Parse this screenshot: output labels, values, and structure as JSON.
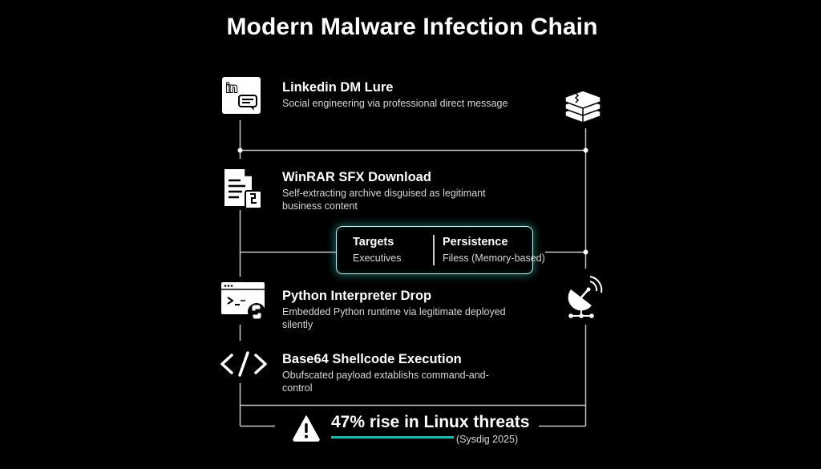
{
  "title": "Modern Malware Infection Chain",
  "steps": [
    {
      "icon": "linkedin-message-icon",
      "heading": "Linkedin DM Lure",
      "description": "Social engineering via professional direct message"
    },
    {
      "icon": "document-archive-icon",
      "heading": "WinRAR SFX Download",
      "description": "Self-extracting archive disguised as legitimant business content"
    },
    {
      "icon": "python-terminal-icon",
      "heading": "Python Interpreter Drop",
      "description": "Embedded Python runtime via legitimate deployed silently"
    },
    {
      "icon": "code-brackets-icon",
      "heading": "Base64 Shellcode Execution",
      "description": "Obufscated payload extablishs command-and-control"
    }
  ],
  "side_icons": [
    "layers-stack-icon",
    "satellite-dish-icon"
  ],
  "stats": {
    "targets_label": "Targets",
    "targets_value": "Executives",
    "persistence_label": "Persistence",
    "persistence_value": "Filess (Memory-based)"
  },
  "badge": {
    "icon": "warning-icon",
    "text": "47% rise in Linux threats",
    "source": "(Sysdig 2025)"
  },
  "colors": {
    "background": "#000000",
    "accent": "#21b8ad",
    "line": "#c8c8c8"
  }
}
